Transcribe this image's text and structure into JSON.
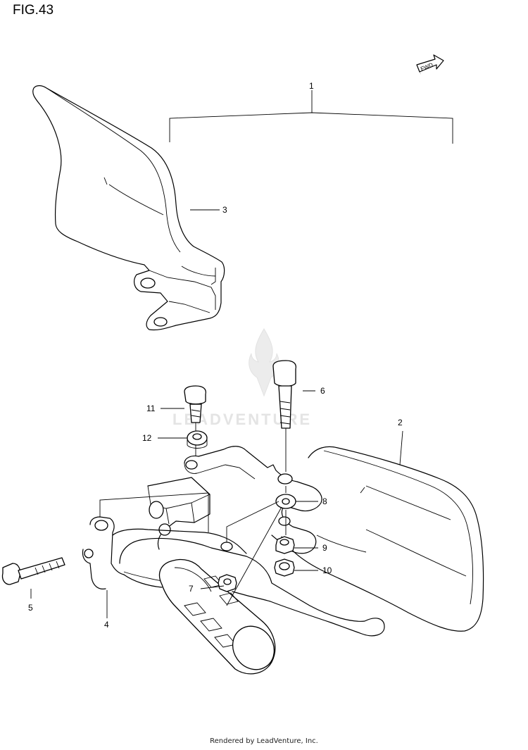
{
  "title": "FIG.43",
  "fwd_badge": "FWD",
  "watermark": "LEADVENTURE",
  "footer": "Rendered by LeadVenture, Inc.",
  "callouts": [
    {
      "id": "1",
      "label": "1"
    },
    {
      "id": "2",
      "label": "2"
    },
    {
      "id": "3",
      "label": "3"
    },
    {
      "id": "4",
      "label": "4"
    },
    {
      "id": "5",
      "label": "5"
    },
    {
      "id": "6",
      "label": "6"
    },
    {
      "id": "7",
      "label": "7"
    },
    {
      "id": "8",
      "label": "8"
    },
    {
      "id": "9",
      "label": "9"
    },
    {
      "id": "10",
      "label": "10"
    },
    {
      "id": "11",
      "label": "11"
    },
    {
      "id": "12",
      "label": "12"
    }
  ]
}
